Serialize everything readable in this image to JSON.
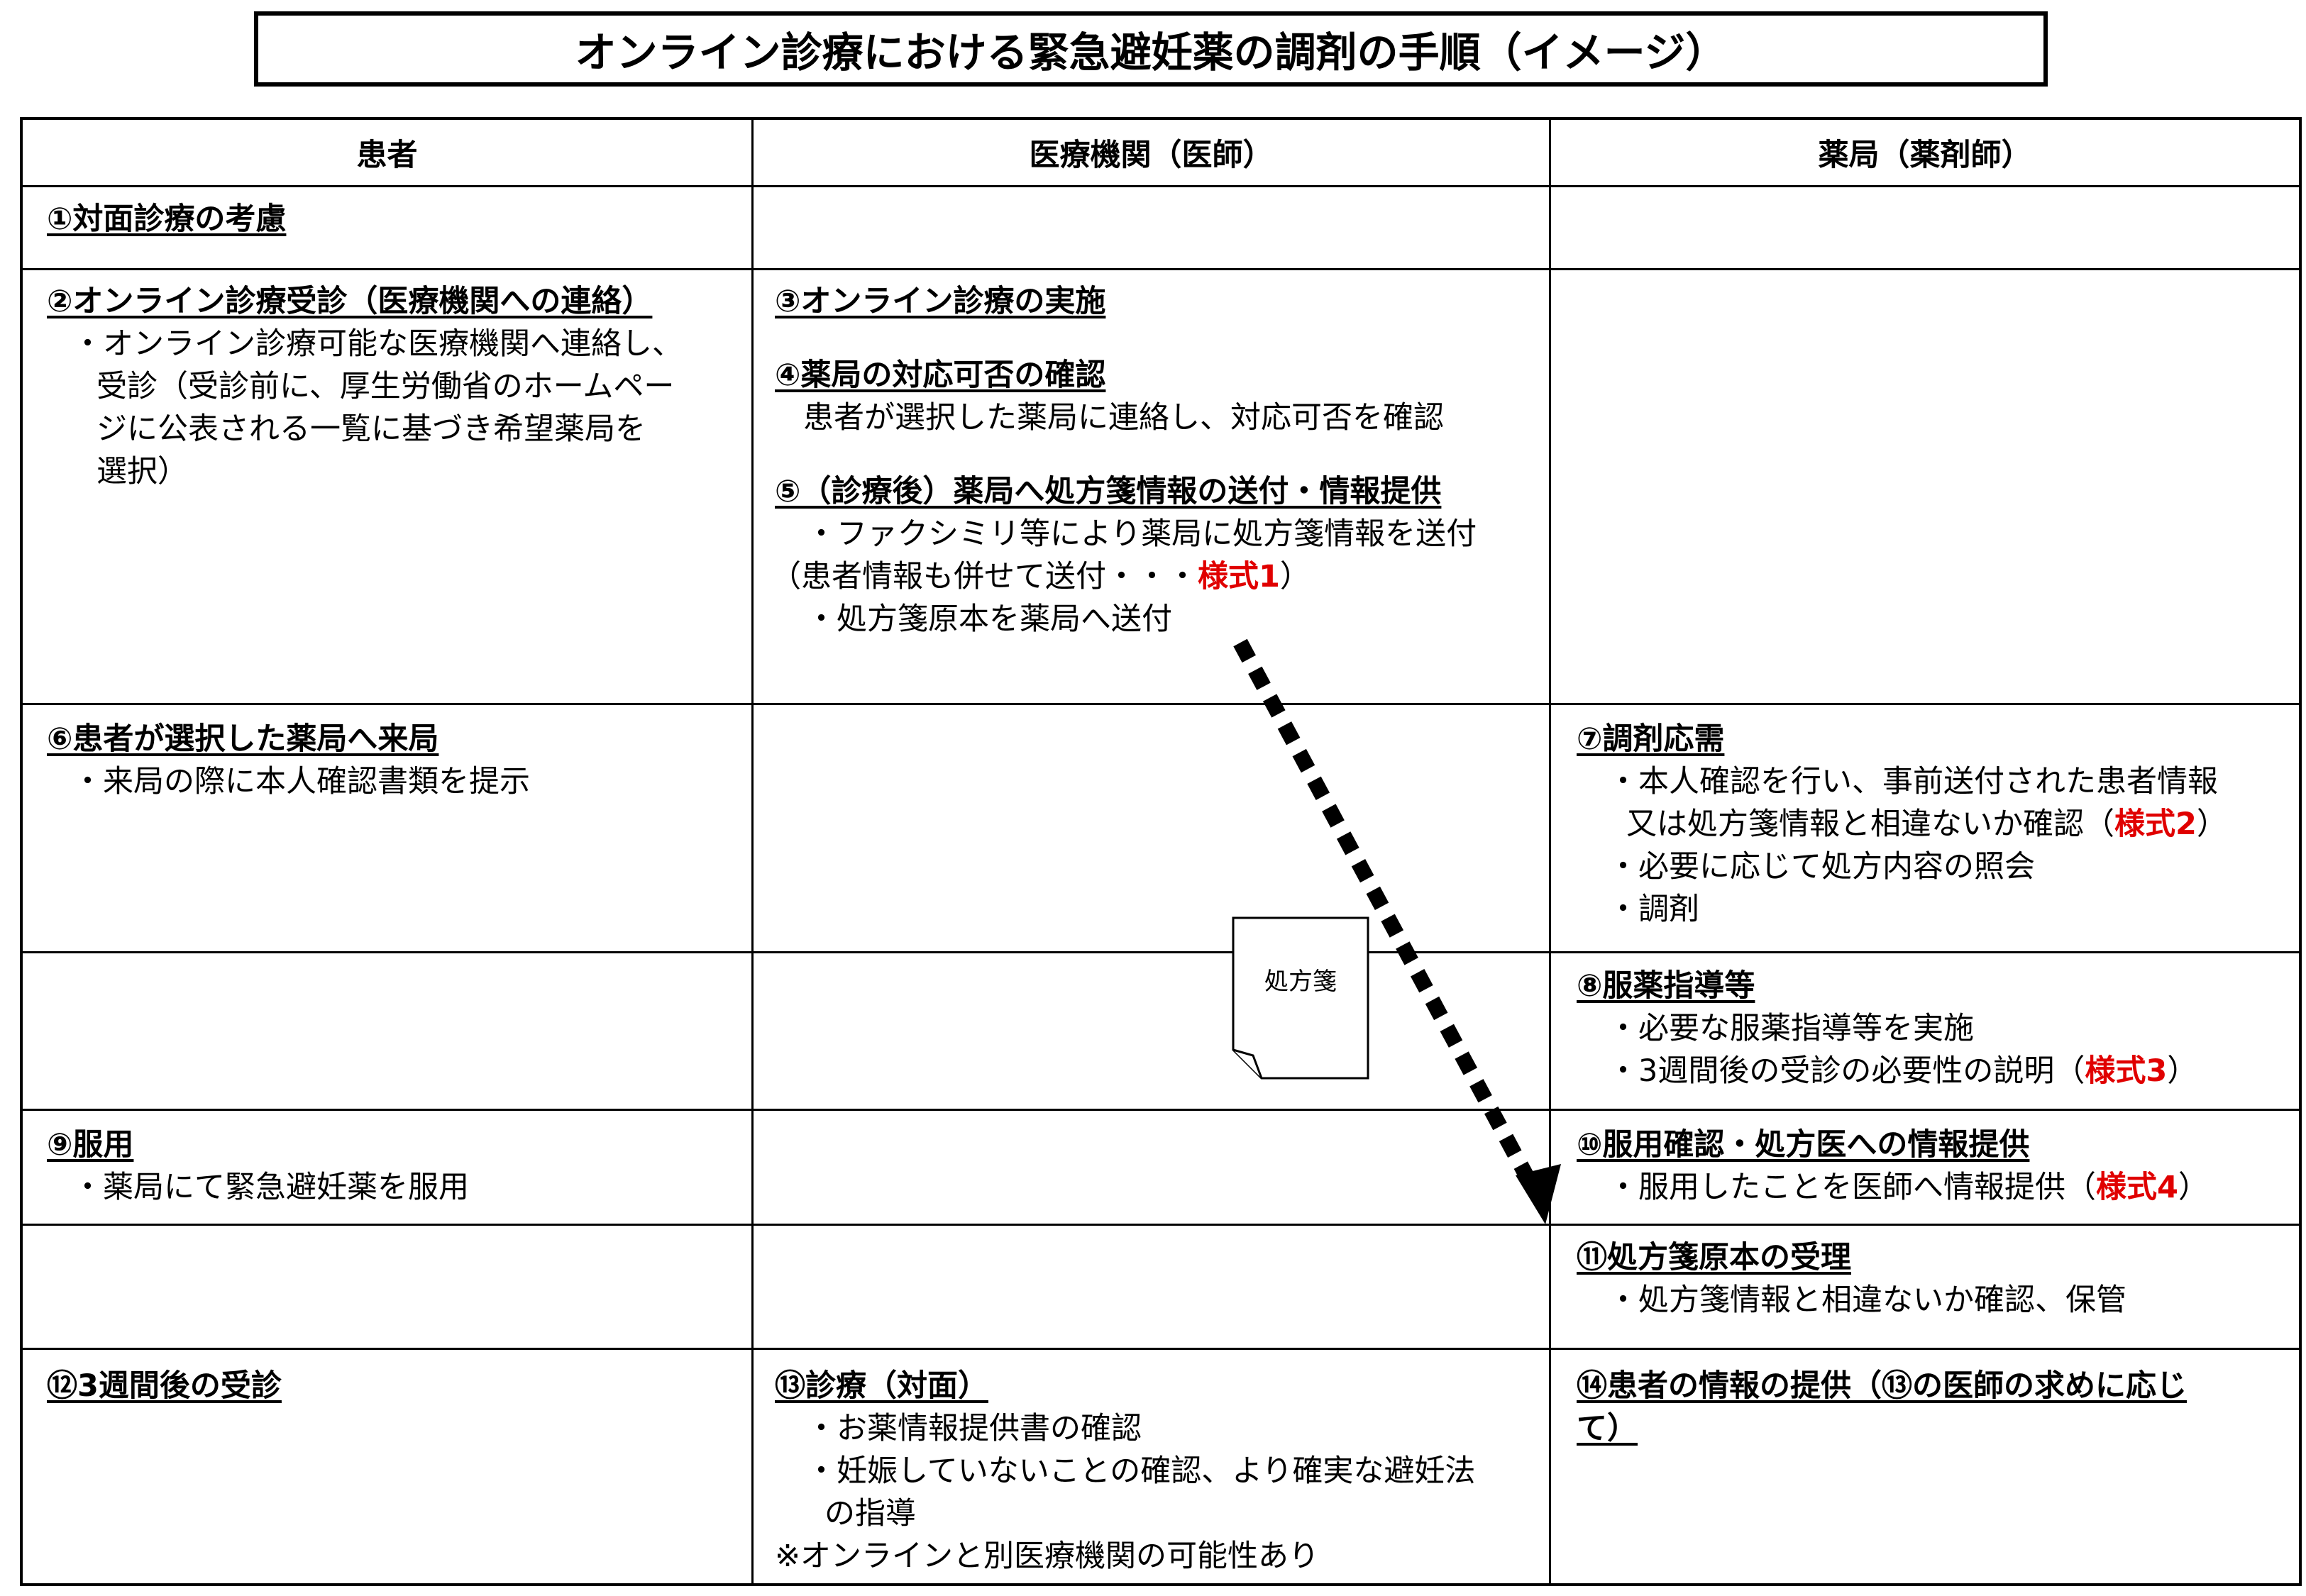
{
  "title": "オンライン診療における緊急避妊薬の調剤の手順（イメージ）",
  "headers": {
    "patient": "患者",
    "clinic": "医療機関（医師）",
    "pharmacy": "薬局（薬剤師）"
  },
  "row1": {
    "patient_heading": "①対面診療の考慮"
  },
  "row2": {
    "patient_heading": "②オンライン診療受診（医療機関への連絡）",
    "patient_lines": [
      "・オンライン診療可能な医療機関へ連絡し、",
      "受診（受診前に、厚生労働省のホームペー",
      "ジに公表される一覧に基づき希望薬局を",
      "選択）"
    ],
    "clinic_h3": "③オンライン診療の実施",
    "clinic_h4": "④薬局の対応可否の確認",
    "clinic_h4_line": "患者が選択した薬局に連絡し、対応可否を確認",
    "clinic_h5": "⑤（診療後）薬局へ処方箋情報の送付・情報提供",
    "clinic_h5_line1": "・ファクシミリ等により薬局に処方箋情報を送付",
    "clinic_h5_line2a": "（患者情報も併せて送付・・・",
    "clinic_h5_line2b": "様式1",
    "clinic_h5_line2c": "）",
    "clinic_h5_line3": "・処方箋原本を薬局へ送付"
  },
  "row3": {
    "patient_heading": "⑥患者が選択した薬局へ来局",
    "patient_line": "・来局の際に本人確認書類を提示",
    "pharmacy_heading": "⑦調剤応需",
    "pharmacy_line1": "・本人確認を行い、事前送付された患者情報",
    "pharmacy_line2a": "又は処方箋情報と相違ないか確認（",
    "pharmacy_line2b": "様式2",
    "pharmacy_line2c": "）",
    "pharmacy_line3": "・必要に応じて処方内容の照会",
    "pharmacy_line4": "・調剤"
  },
  "row4": {
    "pharmacy_heading": "⑧服薬指導等",
    "pharmacy_line1": "・必要な服薬指導等を実施",
    "pharmacy_line2a": "・3週間後の受診の必要性の説明（",
    "pharmacy_line2b": "様式3",
    "pharmacy_line2c": "）"
  },
  "row5": {
    "patient_heading": "⑨服用",
    "patient_line": "・薬局にて緊急避妊薬を服用",
    "pharmacy_heading": "⑩服用確認・処方医への情報提供",
    "pharmacy_line_a": "・服用したことを医師へ情報提供（",
    "pharmacy_line_b": "様式4",
    "pharmacy_line_c": "）"
  },
  "row6": {
    "pharmacy_heading": "⑪処方箋原本の受理",
    "pharmacy_line": "・処方箋情報と相違ないか確認、保管"
  },
  "row7": {
    "patient_heading": "⑫3週間後の受診",
    "clinic_heading": "⑬診療（対面）",
    "clinic_line1": "・お薬情報提供書の確認",
    "clinic_line2": "・妊娠していないことの確認、より確実な避妊法",
    "clinic_line3": "の指導",
    "clinic_note": "※オンラインと別医療機関の可能性あり",
    "pharmacy_heading_1": "⑭患者の情報の提供（⑬の医師の求めに応じ",
    "pharmacy_heading_2": "て）"
  },
  "document_label": "処方箋",
  "colors": {
    "emphasis": "#e00000",
    "line": "#000000"
  }
}
